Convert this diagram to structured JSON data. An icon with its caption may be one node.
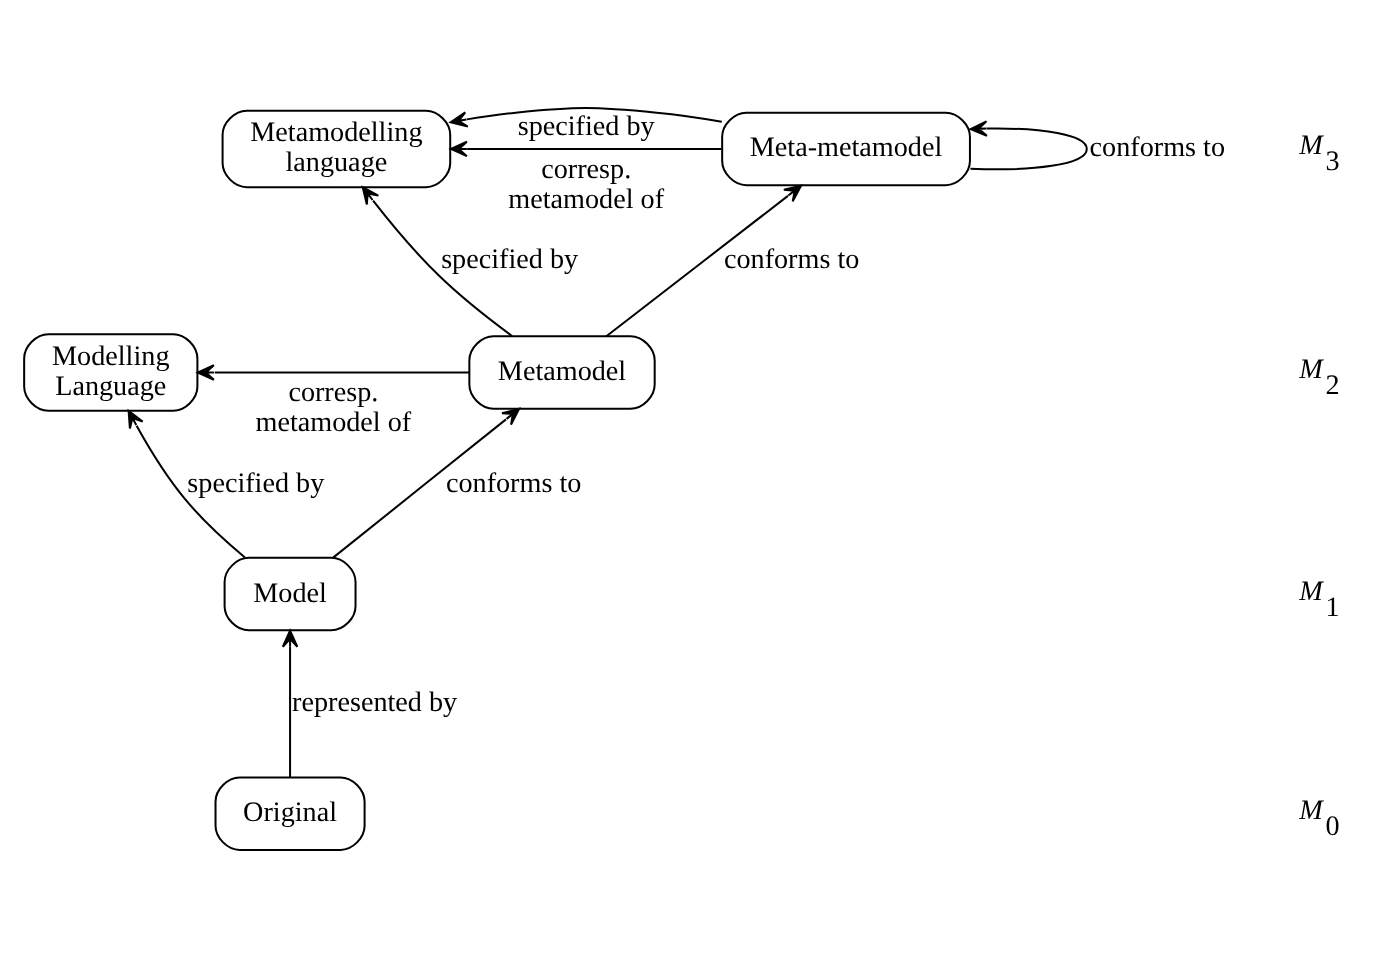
{
  "diagram": {
    "nodes": [
      {
        "text": [
          "Metamodelling language"
        ]
      },
      {
        "text": [
          "Meta-metamodel"
        ]
      },
      {
        "text": [
          "Modelling Language"
        ]
      },
      {
        "text": [
          "Metamodel"
        ]
      },
      {
        "text": [
          "Model"
        ]
      },
      {
        "text": [
          "Original"
        ]
      }
    ],
    "edges": [
      {
        "from": 1,
        "to": 0,
        "arrow": "to",
        "label": "specified by"
      },
      {
        "from": 1,
        "to": 0,
        "arrow": "to",
        "label": "corresp. metamodel of"
      },
      {
        "from": 1,
        "to": 1,
        "arrow": "to",
        "label": "conforms to"
      },
      {
        "from": 3,
        "to": 1,
        "arrow": "to",
        "label": "conforms to"
      },
      {
        "from": 3,
        "to": 0,
        "arrow": "to",
        "label": "specified by"
      },
      {
        "from": 3,
        "to": 2,
        "arrow": "to",
        "label": "corresp. metamodel of"
      },
      {
        "from": 4,
        "to": 3,
        "arrow": "to",
        "label": "conforms to"
      },
      {
        "from": 4,
        "to": 2,
        "arrow": "to",
        "label": "specified by"
      },
      {
        "from": 5,
        "to": 4,
        "arrow": "to",
        "label": "represented by"
      }
    ],
    "labels": [
      "M$_{3}$",
      "M$_{2}$",
      "M$_{1}$",
      "M$_{0}$"
    ]
  }
}
